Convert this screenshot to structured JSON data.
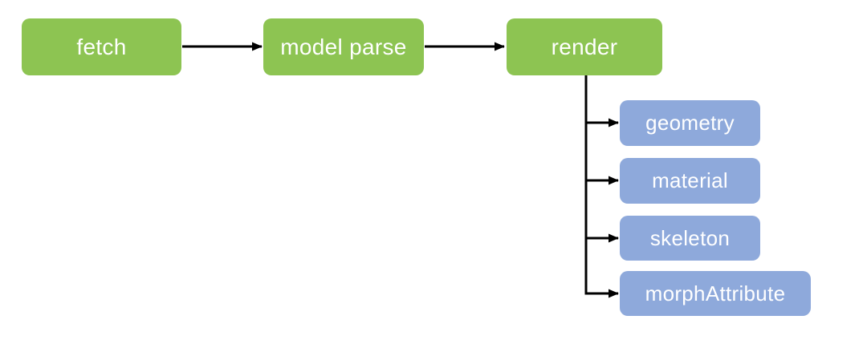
{
  "diagram": {
    "type": "flowchart",
    "flow_nodes": [
      {
        "id": "fetch",
        "label": "fetch"
      },
      {
        "id": "model-parse",
        "label": "model parse"
      },
      {
        "id": "render",
        "label": "render"
      }
    ],
    "sub_nodes": [
      {
        "id": "geometry",
        "label": "geometry"
      },
      {
        "id": "material",
        "label": "material"
      },
      {
        "id": "skeleton",
        "label": "skeleton"
      },
      {
        "id": "morphAttribute",
        "label": "morphAttribute"
      }
    ],
    "edges": [
      {
        "from": "fetch",
        "to": "model parse"
      },
      {
        "from": "model parse",
        "to": "render"
      },
      {
        "from": "render",
        "to": "geometry"
      },
      {
        "from": "render",
        "to": "material"
      },
      {
        "from": "render",
        "to": "skeleton"
      },
      {
        "from": "render",
        "to": "morphAttribute"
      }
    ],
    "colors": {
      "stage_fill": "#8dc452",
      "sub_fill": "#8ea9db",
      "text": "#ffffff",
      "connector": "#000000",
      "background": "#ffffff"
    }
  }
}
